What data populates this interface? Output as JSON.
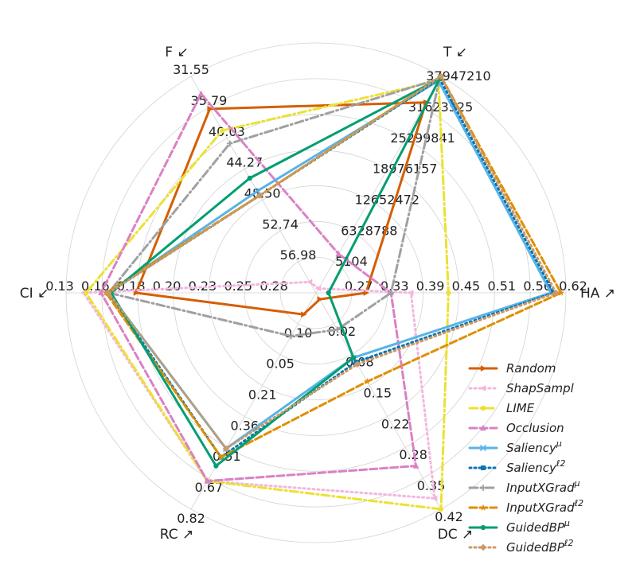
{
  "chart_data": {
    "type": "radar",
    "title": "",
    "axes": [
      {
        "label": "T ↙",
        "ticks": [
          "5104",
          "6328788",
          "12652472",
          "18976157",
          "25299841",
          "31623525",
          "37947210"
        ]
      },
      {
        "label": "HA ↗",
        "ticks": [
          "0.27",
          "0.33",
          "0.39",
          "0.45",
          "0.51",
          "0.56",
          "0.62"
        ]
      },
      {
        "label": "DC ↗",
        "ticks": [
          "0.02",
          "0.08",
          "0.15",
          "0.22",
          "0.28",
          "0.35",
          "0.42"
        ]
      },
      {
        "label": "RC ↗",
        "ticks": [
          "0.10",
          "0.05",
          "0.21",
          "0.36",
          "0.51",
          "0.67",
          "0.82"
        ]
      },
      {
        "label": "CI ↙",
        "ticks": [
          "0.28",
          "0.25",
          "0.23",
          "0.20",
          "0.18",
          "0.16",
          "0.13"
        ]
      },
      {
        "label": "F ↙",
        "ticks": [
          "56.98",
          "52.74",
          "48.50",
          "44.27",
          "40.03",
          "35.79",
          "31.55"
        ]
      }
    ],
    "grid": true,
    "legend_position": "lower-right",
    "series": [
      {
        "name": "Random",
        "display": "Random",
        "color": "#d55e00",
        "dash": "solid",
        "marker": "tri-right",
        "values": [
          0.88,
          0.2,
          0.03,
          0.1,
          0.72,
          0.85
        ]
      },
      {
        "name": "ShapSampl",
        "display": "ShapSampl",
        "color": "#f4b6e0",
        "dash": "dot",
        "marker": "tri-left",
        "values": [
          0.02,
          0.38,
          0.95,
          0.87,
          0.93,
          0.05
        ]
      },
      {
        "name": "LIME",
        "display": "LIME",
        "color": "#ece133",
        "dash": "dashdot",
        "marker": "circle",
        "values": [
          0.98,
          0.53,
          1.0,
          0.87,
          0.92,
          0.75
        ]
      },
      {
        "name": "Occlusion",
        "display": "Occlusion",
        "color": "#d982c5",
        "dash": "dash",
        "marker": "tri-up",
        "values": [
          0.18,
          0.3,
          0.8,
          0.87,
          0.86,
          0.92
        ]
      },
      {
        "name": "Saliency^μ",
        "display": "Saliency",
        "sup": "μ",
        "color": "#56b4e9",
        "dash": "solid",
        "marker": "x",
        "values": [
          0.98,
          0.94,
          0.3,
          0.72,
          0.83,
          0.47
        ]
      },
      {
        "name": "Saliency^ℓ2",
        "display": "Saliency",
        "sup": "ℓ2",
        "color": "#0b74b2",
        "dash": "dot",
        "marker": "square",
        "values": [
          0.99,
          0.95,
          0.32,
          0.76,
          0.83,
          0.45
        ]
      },
      {
        "name": "InputXGrad^μ",
        "display": "InputXGrad",
        "sup": "μ",
        "color": "#a0a0a0",
        "dash": "dashdot",
        "marker": "plus",
        "values": [
          0.99,
          0.3,
          0.17,
          0.2,
          0.83,
          0.69
        ]
      },
      {
        "name": "InputXGrad^ℓ2",
        "display": "InputXGrad",
        "sup": "ℓ2",
        "color": "#de8f05",
        "dash": "dash",
        "marker": "star",
        "values": [
          1.0,
          0.98,
          0.41,
          0.76,
          0.84,
          0.45
        ]
      },
      {
        "name": "GuidedBP^μ",
        "display": "GuidedBP",
        "sup": "μ",
        "color": "#029e73",
        "dash": "solid",
        "marker": "circle",
        "values": [
          0.99,
          0.05,
          0.3,
          0.8,
          0.82,
          0.53
        ]
      },
      {
        "name": "GuidedBP^ℓ2",
        "display": "GuidedBP",
        "sup": "ℓ2",
        "color": "#cc9966",
        "dash": "dot",
        "marker": "diamond",
        "values": [
          1.0,
          0.96,
          0.33,
          0.72,
          0.83,
          0.45
        ]
      }
    ]
  }
}
